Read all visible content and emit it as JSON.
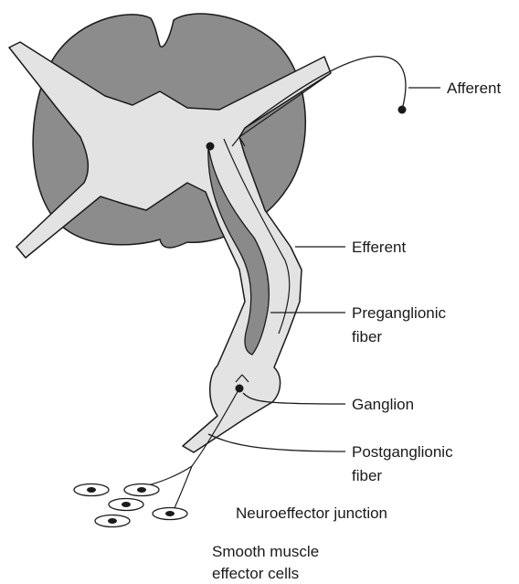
{
  "labels": {
    "afferent": "Afferent",
    "efferent": "Efferent",
    "preganglionic_line1": "Preganglionic",
    "preganglionic_line2": "fiber",
    "ganglion": "Ganglion",
    "postganglionic_line1": "Postganglionic",
    "postganglionic_line2": "fiber",
    "neuroeffector": "Neuroeffector junction",
    "smooth_muscle_line1": "Smooth muscle",
    "smooth_muscle_line2": "effector cells"
  },
  "colors": {
    "gray_matter": "#8c8c8c",
    "nerve_tissue": "#e3e3e3",
    "preganglionic_fiber": "#8a8a8a",
    "outline": "#1a1a1a"
  }
}
